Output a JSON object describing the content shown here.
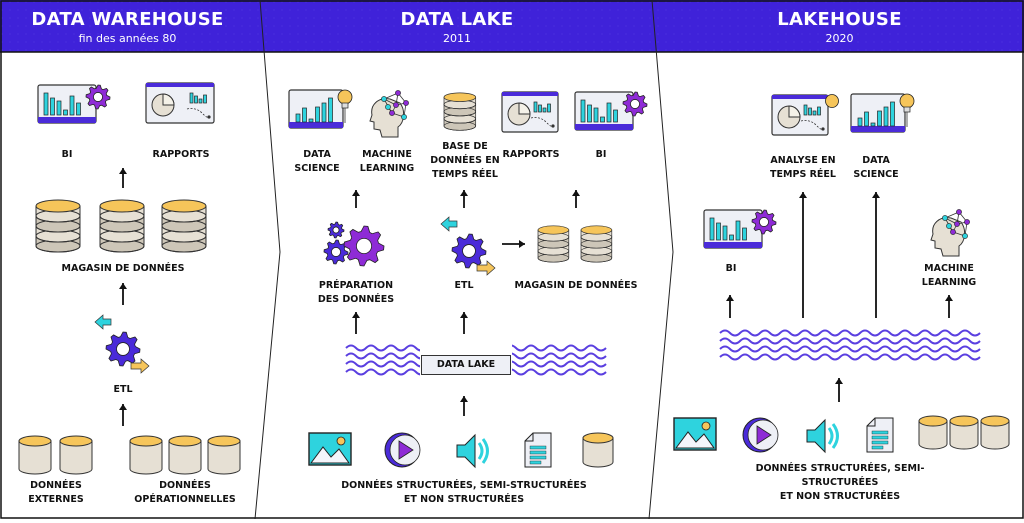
{
  "colors": {
    "header_bg": "#3f22d9",
    "bar_teal": "#2ed3de",
    "gear_purple": "#8e2bd6",
    "gear_blue": "#4a2bd9",
    "db_top": "#f6c55a",
    "db_body": "#e6e0d4",
    "db_ring": "#cdc6b8",
    "wave": "#5a3fe0",
    "arrow_left": "#2ed3de",
    "arrow_right": "#f6c55a"
  },
  "panels": [
    {
      "title": "DATA WAREHOUSE",
      "subtitle": "fin des années 80",
      "labels": {
        "bi": "BI",
        "reports": "RAPPORTS",
        "warehouse": "MAGASIN DE DONNÉES",
        "etl": "ETL",
        "external": "DONNÉES\nEXTERNES",
        "operational": "DONNÉES\nOPÉRATIONNELLES"
      }
    },
    {
      "title": "DATA LAKE",
      "subtitle": "2011",
      "labels": {
        "data_science": "DATA\nSCIENCE",
        "machine_learning": "MACHINE\nLEARNING",
        "realtime_db": "BASE DE\nDONNÉES EN\nTEMPS RÉEL",
        "reports": "RAPPORTS",
        "bi": "BI",
        "data_prep": "PRÉPARATION\nDES DONNÉES",
        "etl": "ETL",
        "warehouse": "MAGASIN DE DONNÉES",
        "lake_box": "DATA LAKE",
        "sources": "DONNÉES STRUCTURÉES, SEMI-STRUCTURÉES\nET NON STRUCTURÉES"
      }
    },
    {
      "title": "LAKEHOUSE",
      "subtitle": "2020",
      "labels": {
        "realtime_analytics": "ANALYSE EN\nTEMPS RÉEL",
        "data_science": "DATA\nSCIENCE",
        "bi": "BI",
        "machine_learning": "MACHINE\nLEARNING",
        "sources": "DONNÉES STRUCTURÉES, SEMI-STRUCTURÉES\nET NON STRUCTURÉES"
      }
    }
  ]
}
